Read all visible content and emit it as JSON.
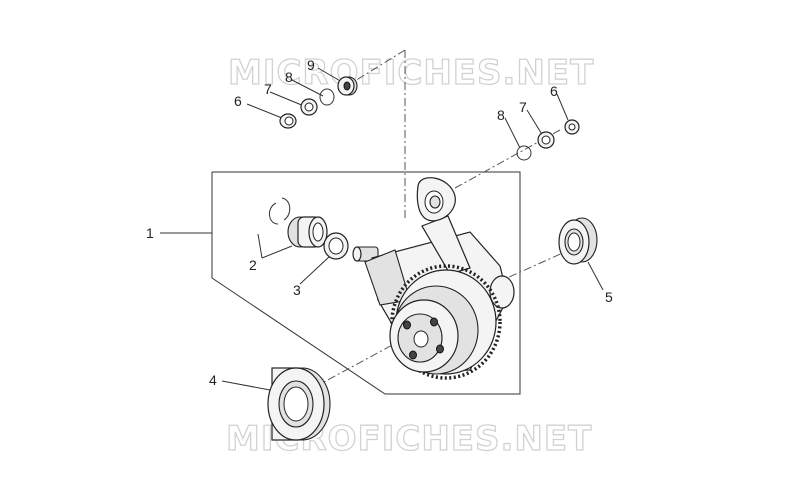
{
  "watermark": {
    "top": "MICROFICHES.NET",
    "bottom": "MICROFICHES.NET"
  },
  "callouts": {
    "c1": "1",
    "c2": "2",
    "c3": "3",
    "c4": "4",
    "c5": "5",
    "c6_left": "6",
    "c7_left": "7",
    "c8_left": "8",
    "c9": "9",
    "c6_right": "6",
    "c7_right": "7",
    "c8_right": "8"
  },
  "colors": {
    "line": "#333333",
    "watermark_outline": "#d2d2d2",
    "background": "#ffffff"
  }
}
